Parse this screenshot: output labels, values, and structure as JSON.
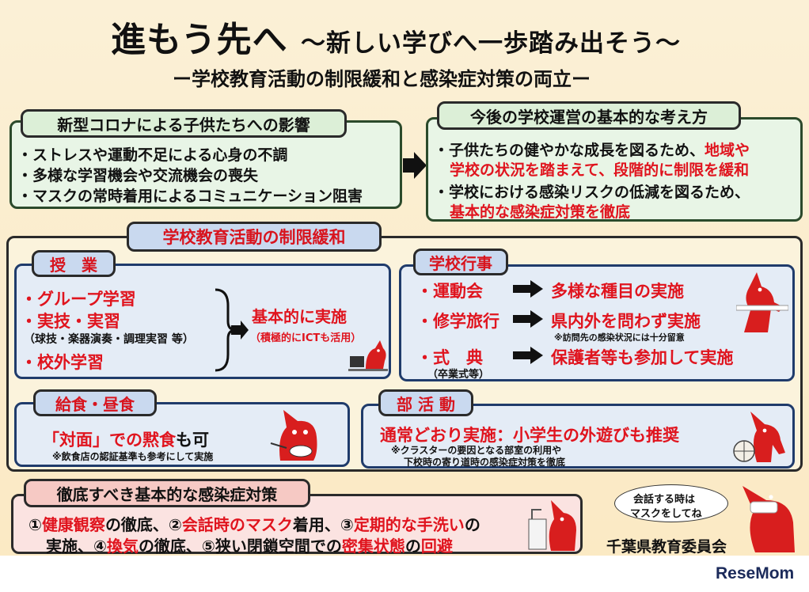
{
  "header": {
    "title_main": "進もう先へ",
    "title_sub": "～新しい学びへ一歩踏み出そう～",
    "subtitle": "ー学校教育活動の制限緩和と感染症対策の両立ー"
  },
  "impact": {
    "heading": "新型コロナによる子供たちへの影響",
    "items": [
      "・ストレスや運動不足による心身の不調",
      "・多様な学習機会や交流機会の喪失",
      "・マスクの常時着用によるコミュニケーション阻害"
    ]
  },
  "policy": {
    "heading": "今後の学校運営の基本的な考え方",
    "line1a": "・子供たちの健やかな成長を図るため、",
    "line1b": "地域や",
    "line2": "学校の状況を踏まえて、段階的に制限を緩和",
    "line3": "・学校における感染リスクの低減を図るため、",
    "line4": "基本的な感染症対策を徹底"
  },
  "relax": {
    "heading": "学校教育活動の制限緩和"
  },
  "classes": {
    "heading": "授　業",
    "item1": "・グループ学習",
    "item2": "・実技・実習",
    "item2_note": "（球技・楽器演奏・調理実習 等）",
    "item3": "・校外学習",
    "result": "基本的に実施",
    "result_note": "（積極的にICTも活用）"
  },
  "events": {
    "heading": "学校行事",
    "rows": [
      {
        "label": "・運動会",
        "result": "多様な種目の実施"
      },
      {
        "label": "・修学旅行",
        "result": "県内外を問わず実施"
      },
      {
        "label": "・式　典",
        "result": "保護者等も参加して実施"
      }
    ],
    "travel_note": "※訪問先の感染状況には十分留意",
    "ceremony_note": "（卒業式等）"
  },
  "lunch": {
    "heading": "給食・昼食",
    "text_a": "「対面」での黙食",
    "text_b": "も可",
    "note": "※飲食店の認証基準も参考にして実施"
  },
  "club": {
    "heading": "部 活 動",
    "text": "通常どおり実施：小学生の外遊びも推奨",
    "note1": "※クラスターの要因となる部室の利用や",
    "note2": "下校時の寄り道時の感染症対策を徹底"
  },
  "measures": {
    "heading": "徹底すべき基本的な感染症対策",
    "line1": [
      {
        "t": "①",
        "red": false
      },
      {
        "t": "健康観察",
        "red": true
      },
      {
        "t": "の徹底、②",
        "red": false
      },
      {
        "t": "会話時のマスク",
        "red": true
      },
      {
        "t": "着用、③",
        "red": false
      },
      {
        "t": "定期的な手洗い",
        "red": true
      },
      {
        "t": "の",
        "red": false
      }
    ],
    "line2": [
      {
        "t": "実施、④",
        "red": false
      },
      {
        "t": "換気",
        "red": true
      },
      {
        "t": "の徹底、⑤狭い閉鎖空間での",
        "red": false
      },
      {
        "t": "密集状態",
        "red": true
      },
      {
        "t": "の",
        "red": false
      },
      {
        "t": "回避",
        "red": true
      }
    ]
  },
  "bubble": {
    "line1": "会話する時は",
    "line2": "マスクをしてね"
  },
  "footer": {
    "org": "千葉県教育委員会",
    "watermark": "ReseMom"
  },
  "colors": {
    "accent_red": "#e0141e",
    "navy": "#1f3b6b",
    "mascot_red": "#d81e1e"
  }
}
